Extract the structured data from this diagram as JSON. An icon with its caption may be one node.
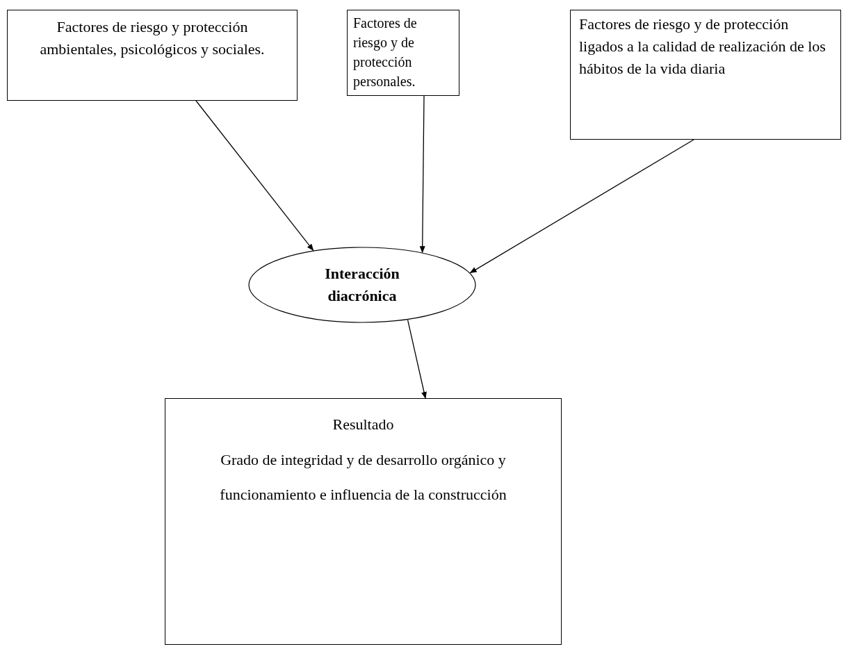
{
  "diagram": {
    "nodes": [
      {
        "text": [
          "Factores de riesgo y protección ambientales, psicológicos y sociales."
        ]
      },
      {
        "text": [
          "Factores de riesgo y de protección personales."
        ]
      },
      {
        "text": [
          "Factores de riesgo y de protección ligados a la calidad de realización de los hábitos de la vida diaria"
        ]
      },
      {
        "text": [
          "Interacción diacrónica"
        ]
      },
      {
        "text": [
          "Resultado",
          "Grado de integridad y de desarrollo orgánico y funcionamiento e influencia de la construcción"
        ]
      }
    ],
    "edges": [
      {
        "from": 0,
        "to": 3,
        "arrow": "to"
      },
      {
        "from": 1,
        "to": 3,
        "arrow": "to"
      },
      {
        "from": 2,
        "to": 3,
        "arrow": "to"
      },
      {
        "from": 3,
        "to": 4,
        "arrow": "to"
      }
    ]
  }
}
